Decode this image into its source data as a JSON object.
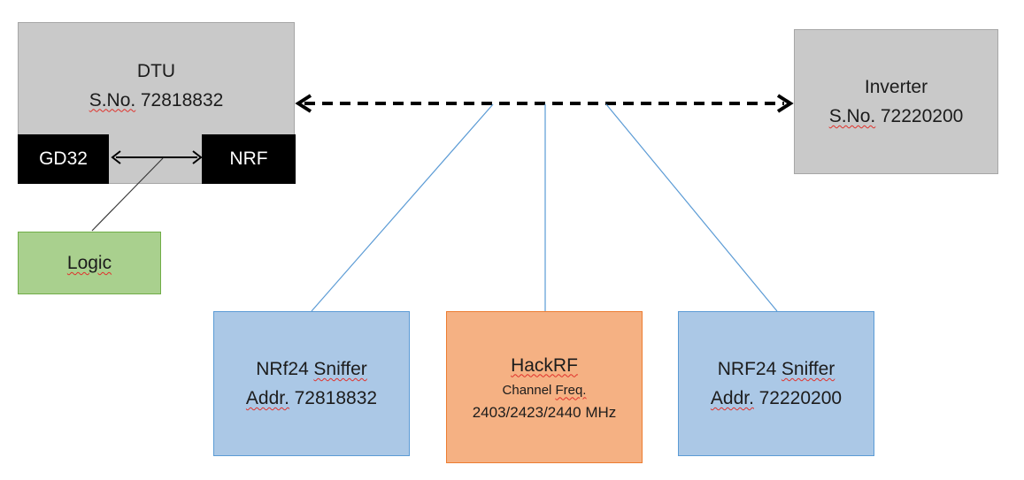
{
  "boxes": {
    "dtu": {
      "title": "DTU",
      "serial_label": "S.No.",
      "serial": "72818832"
    },
    "gd32": {
      "label": "GD32"
    },
    "nrf": {
      "label": "NRF"
    },
    "logic": {
      "label": "Logic"
    },
    "inverter": {
      "title": "Inverter",
      "serial_label": "S.No.",
      "serial": "72220200"
    },
    "sniffer1": {
      "name_prefix": "NRf24",
      "name_word": "Sniffer",
      "addr_label": "Addr.",
      "addr": "72818832"
    },
    "hackrf": {
      "title": "HackRF",
      "freq_label_prefix": "Channel",
      "freq_label_word": "Freq.",
      "frequencies": "2403/2423/2440 MHz"
    },
    "sniffer2": {
      "name_prefix": "NRF24",
      "name_word": "Sniffer",
      "addr_label": "Addr.",
      "addr": "72220200"
    }
  },
  "connectors": {
    "dtu_inverter": {
      "style": "dashed",
      "arrowheads": "both-ends",
      "color": "#000000"
    },
    "gd32_nrf": {
      "style": "solid",
      "arrowheads": "both-ends",
      "color": "#000000"
    },
    "logic_link": {
      "style": "solid",
      "arrowheads": "none",
      "color": "#3a3a3a"
    },
    "radio_taps": {
      "style": "solid",
      "arrowheads": "none",
      "color": "#5b9bd5",
      "count": 3
    }
  },
  "colors": {
    "gray_fill": "#c9c9c9",
    "gray_border": "#a6a6a6",
    "chip_black": "#000000",
    "green_fill": "#a9d08e",
    "green_border": "#70ad47",
    "blue_fill": "#abc8e6",
    "blue_border": "#5b9bd5",
    "orange_fill": "#f5b183",
    "orange_border": "#ed7d31",
    "squiggle_red": "#e0312b"
  }
}
